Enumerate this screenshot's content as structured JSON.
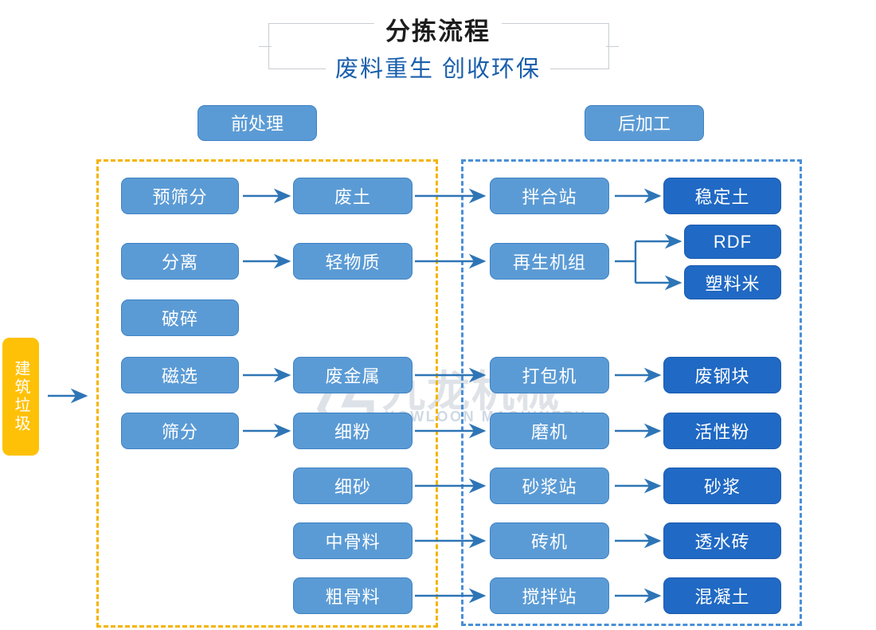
{
  "title": {
    "main": "分拣流程",
    "subtitle": "废料重生 创收环保"
  },
  "watermark": {
    "brand_cn": "九龙机械",
    "brand_en": "KOWLOON MACHINERY"
  },
  "sections": [
    {
      "id": "pre",
      "label": "前处理",
      "border_color": "#f5b400"
    },
    {
      "id": "post",
      "label": "后加工",
      "border_color": "#4a8fd8"
    }
  ],
  "input": {
    "label": "建筑垃圾",
    "color": "#ffc107"
  },
  "colors": {
    "node_light": "#5b9bd5",
    "node_dark": "#2069c4",
    "arrow": "#2e75b6",
    "title_sub": "#1a5fad"
  },
  "nodes": {
    "col1": [
      {
        "label": "预筛分"
      },
      {
        "label": "分离"
      },
      {
        "label": "破碎"
      },
      {
        "label": "磁选"
      },
      {
        "label": "筛分"
      }
    ],
    "col2": [
      {
        "label": "废土"
      },
      {
        "label": "轻物质"
      },
      {
        "label": "废金属"
      },
      {
        "label": "细粉"
      },
      {
        "label": "细砂"
      },
      {
        "label": "中骨料"
      },
      {
        "label": "粗骨料"
      }
    ],
    "col3": [
      {
        "label": "拌合站"
      },
      {
        "label": "再生机组"
      },
      {
        "label": "打包机"
      },
      {
        "label": "磨机"
      },
      {
        "label": "砂浆站"
      },
      {
        "label": "砖机"
      },
      {
        "label": "搅拌站"
      }
    ],
    "col4": [
      {
        "label": "稳定土"
      },
      {
        "label": "RDF"
      },
      {
        "label": "塑料米"
      },
      {
        "label": "废钢块"
      },
      {
        "label": "活性粉"
      },
      {
        "label": "砂浆"
      },
      {
        "label": "透水砖"
      },
      {
        "label": "混凝土"
      }
    ]
  },
  "flows": [
    {
      "from": "预筛分",
      "to": "废土"
    },
    {
      "from": "分离",
      "to": "轻物质"
    },
    {
      "from": "磁选",
      "to": "废金属"
    },
    {
      "from": "筛分",
      "to": "细粉"
    },
    {
      "from": "废土",
      "to": "拌合站"
    },
    {
      "from": "轻物质",
      "to": "再生机组"
    },
    {
      "from": "废金属",
      "to": "打包机"
    },
    {
      "from": "细粉",
      "to": "磨机"
    },
    {
      "from": "细砂",
      "to": "砂浆站"
    },
    {
      "from": "中骨料",
      "to": "砖机"
    },
    {
      "from": "粗骨料",
      "to": "搅拌站"
    },
    {
      "from": "拌合站",
      "to": "稳定土"
    },
    {
      "from": "再生机组",
      "to": "RDF"
    },
    {
      "from": "再生机组",
      "to": "塑料米"
    },
    {
      "from": "打包机",
      "to": "废钢块"
    },
    {
      "from": "磨机",
      "to": "活性粉"
    },
    {
      "from": "砂浆站",
      "to": "砂浆"
    },
    {
      "from": "砖机",
      "to": "透水砖"
    },
    {
      "from": "搅拌站",
      "to": "混凝土"
    },
    {
      "from": "建筑垃圾",
      "to": "前处理"
    }
  ]
}
